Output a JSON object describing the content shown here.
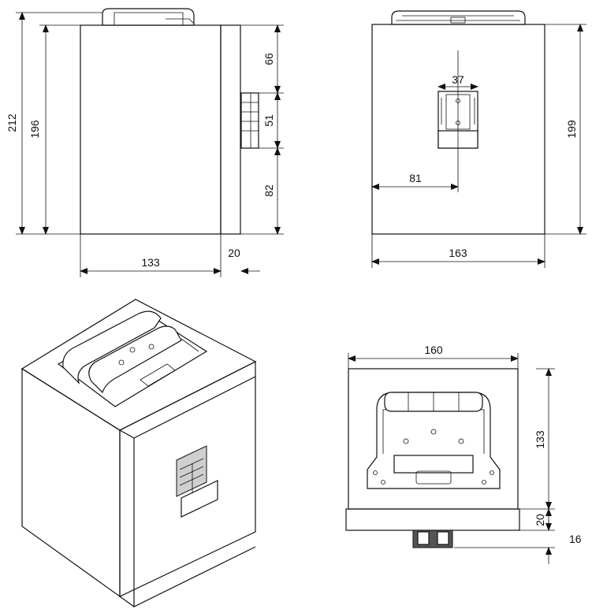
{
  "side_view": {
    "height_total": "212",
    "height_body": "196",
    "connector_top": "66",
    "connector_height": "51",
    "connector_bottom": "82",
    "depth": "133",
    "lid_thickness": "20"
  },
  "front_view": {
    "connector_width": "37",
    "connector_offset": "81",
    "height": "199",
    "width": "163"
  },
  "top_view": {
    "width": "160",
    "depth": "133",
    "lid_thickness": "20",
    "connector_protrusion": "16"
  }
}
